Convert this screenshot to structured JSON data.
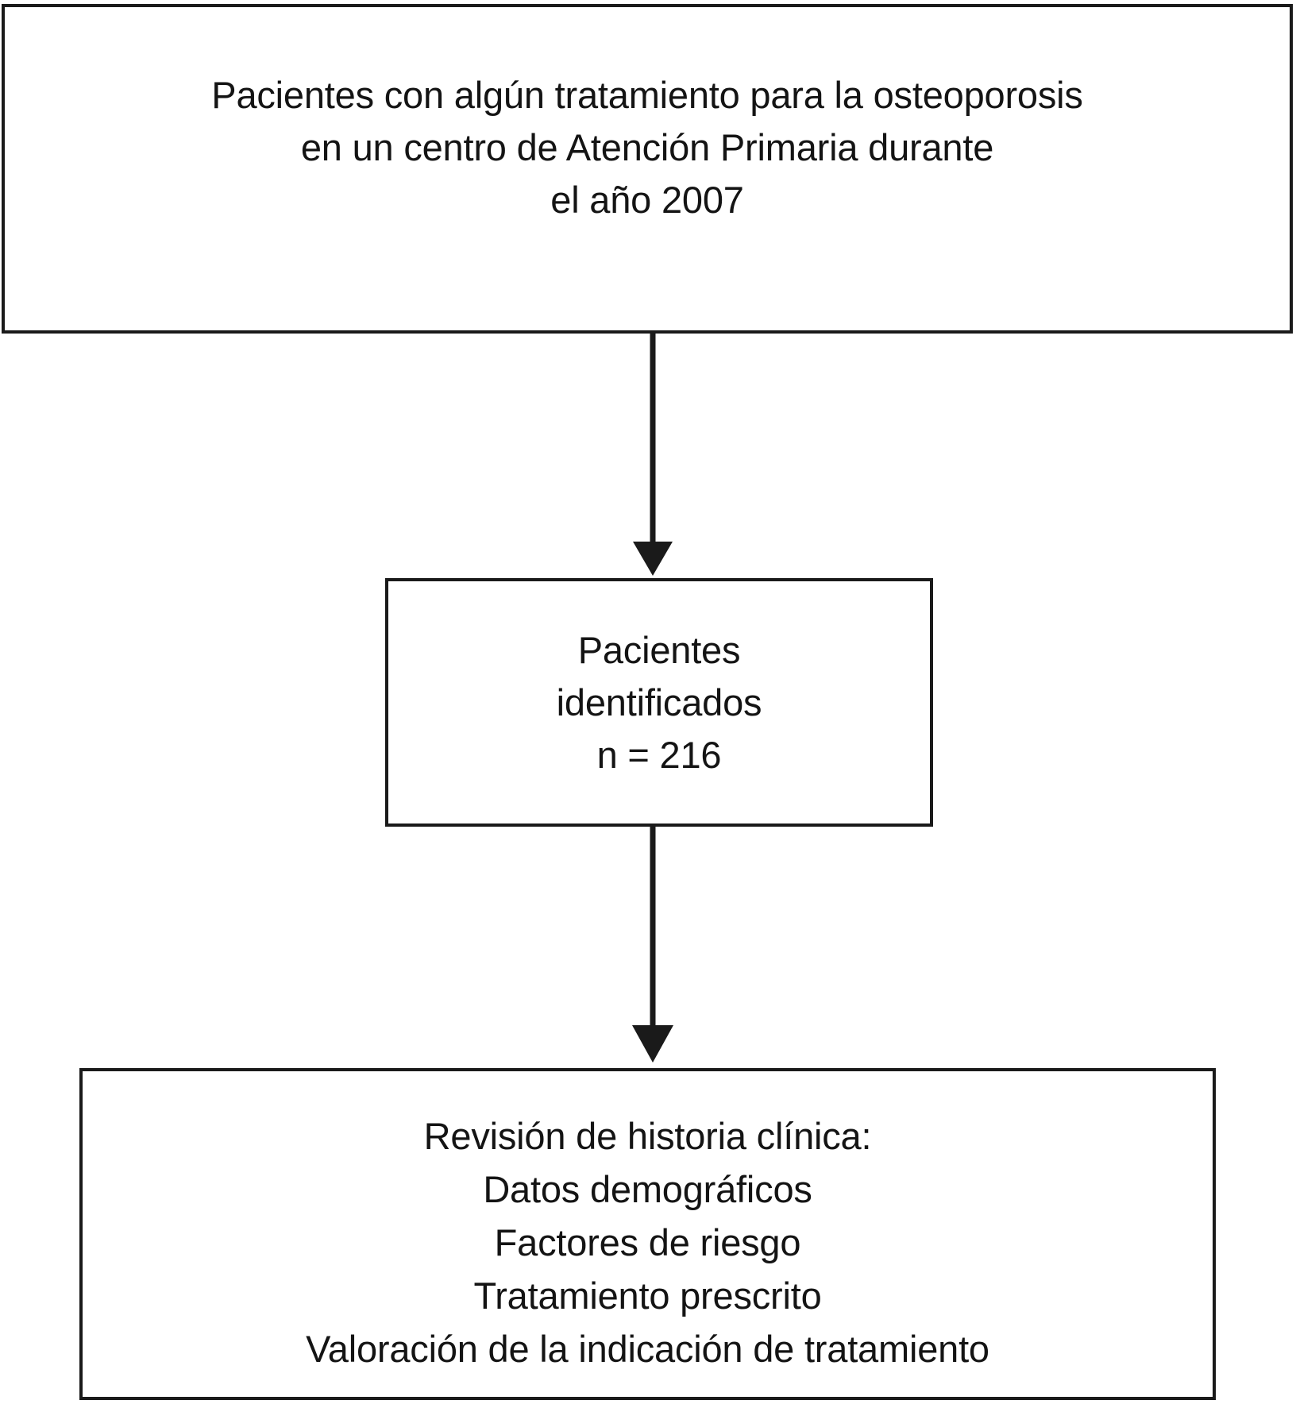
{
  "diagram": {
    "type": "flowchart",
    "orientation": "vertical",
    "language": "es",
    "colors": {
      "stroke": "#1a1a1a",
      "text": "#141414",
      "background": "#ffffff"
    },
    "nodes": [
      {
        "id": "source",
        "role": "population-source",
        "lines": [
          "Pacientes con algún tratamiento para la osteoporosis",
          "en un centro de Atención Primaria durante",
          "el año 2007"
        ]
      },
      {
        "id": "identified",
        "role": "identified-patients",
        "lines": [
          "Pacientes",
          "identificados",
          "n = 216"
        ],
        "count": 216
      },
      {
        "id": "review",
        "role": "chart-review-variables",
        "lines": [
          "Revisión de historia clínica:",
          "Datos demográficos",
          "Factores de riesgo",
          "Tratamiento prescrito",
          "Valoración de la indicación de tratamiento"
        ]
      }
    ],
    "edges": [
      {
        "id": "source-to-identified",
        "from": "source",
        "to": "identified",
        "style": "solid-arrow-down"
      },
      {
        "id": "identified-to-review",
        "from": "identified",
        "to": "review",
        "style": "solid-arrow-down"
      }
    ]
  }
}
